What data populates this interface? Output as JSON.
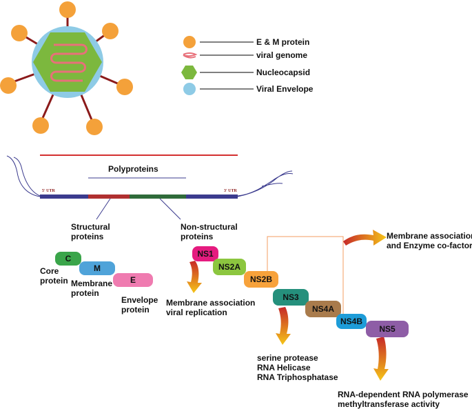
{
  "legend": {
    "items": [
      {
        "label": "E & M protein",
        "color": "#f4a13a"
      },
      {
        "label": "viral genome",
        "color": "#e8707a"
      },
      {
        "label": "Nucleocapsid",
        "color": "#7cb83e"
      },
      {
        "label": "Viral Envelope",
        "color": "#8ecbe6"
      }
    ]
  },
  "genome": {
    "title": "Polyproteins",
    "utr5": "5' UTR",
    "utr3": "3' UTR",
    "structural_label": "Structural\nproteins",
    "nonstructural_label": "Non-structural\nproteins"
  },
  "structural": [
    {
      "id": "C",
      "color": "#3aa54a",
      "desc": "Core\nprotein"
    },
    {
      "id": "M",
      "color": "#4fa3d9",
      "desc": "Membrane\nprotein"
    },
    {
      "id": "E",
      "color": "#ef7bb0",
      "desc": "Envelope\nprotein"
    }
  ],
  "nonstructural": [
    {
      "id": "NS1",
      "color": "#e51b7f"
    },
    {
      "id": "NS2A",
      "color": "#8cc63f"
    },
    {
      "id": "NS2B",
      "color": "#f7a23b"
    },
    {
      "id": "NS3",
      "color": "#25907c"
    },
    {
      "id": "NS4A",
      "color": "#a97b4c"
    },
    {
      "id": "NS4B",
      "color": "#1d9cd8"
    },
    {
      "id": "NS5",
      "color": "#8e5da6"
    }
  ],
  "functions": {
    "ns1": "Membrane association\nviral replication",
    "ns2": "Membrane association\nand Enzyme co-factors",
    "ns3": "serine protease\nRNA Helicase\nRNA Triphosphatase",
    "ns5": "RNA-dependent RNA polymerase\nmethyltransferase activity"
  },
  "colors": {
    "spike": "#8b1a1a",
    "envelope": "#8ecbe6",
    "capsid": "#7cb83e",
    "rna": "#e8707a",
    "bar_blue": "#3b3b8e",
    "bar_red": "#b03030",
    "bar_green": "#2f6b3a",
    "arrow_red": "#c62828",
    "arrow_yellow": "#f5c518"
  }
}
